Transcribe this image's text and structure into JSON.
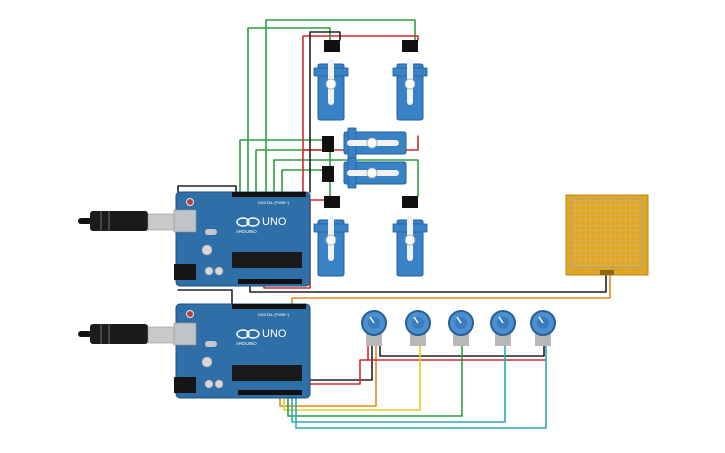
{
  "boards": {
    "top": {
      "model": "UNO",
      "brand": "ARDUINO",
      "header_label": "DIGITAL (PWM~)"
    },
    "bottom": {
      "model": "UNO",
      "brand": "ARDUINO",
      "header_label": "DIGITAL (PWM~)"
    }
  },
  "colors": {
    "board": "#2f6fa8",
    "board_dark": "#1f5a90",
    "servo": "#3a82c6",
    "servo_dark": "#1f5f9e",
    "pot": "#4a8fd0",
    "touch_frame": "#e0a624",
    "touch_panel": "#dfe3e6",
    "wire_green": "#2e9e3f",
    "wire_red": "#d4282e",
    "wire_black": "#222222",
    "wire_orange": "#e8871e",
    "wire_yellow": "#e6cf1c",
    "wire_teal": "#2ea6b8"
  },
  "icons": {
    "usb": "usb-cable-icon",
    "servo": "servo-motor-icon",
    "pot": "potentiometer-icon",
    "touch": "touch-panel-icon"
  },
  "servo_count": 6,
  "pot_count": 5
}
